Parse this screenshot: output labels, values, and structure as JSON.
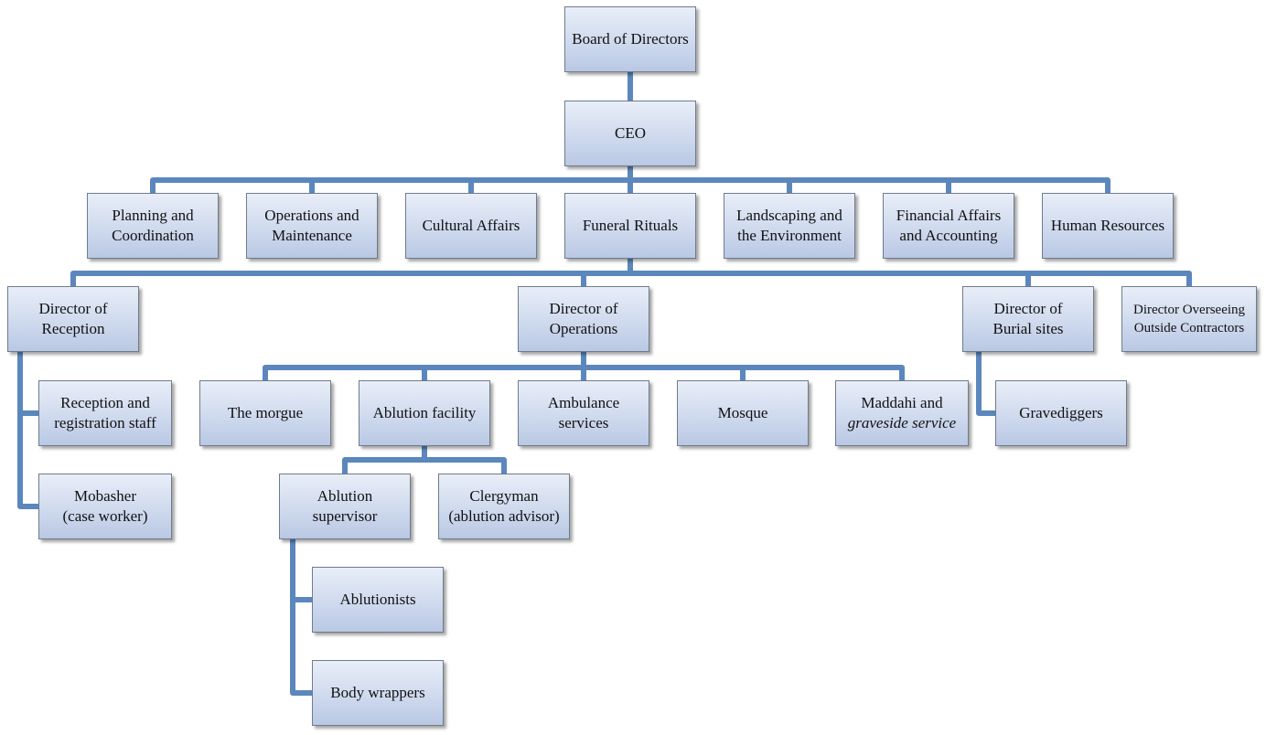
{
  "nodes": {
    "board": "Board of Directors",
    "ceo": "CEO",
    "planning": [
      "Planning and",
      "Coordination"
    ],
    "operations_maintenance": [
      "Operations and",
      "Maintenance"
    ],
    "cultural_affairs": "Cultural Affairs",
    "funeral_rituals": "Funeral Rituals",
    "landscaping": [
      "Landscaping and",
      "the Environment"
    ],
    "financial": [
      "Financial Affairs",
      "and Accounting"
    ],
    "human_resources": "Human Resources",
    "director_reception": [
      "Director of",
      "Reception"
    ],
    "director_operations": [
      "Director of",
      "Operations"
    ],
    "director_burial": [
      "Director of",
      "Burial sites"
    ],
    "director_outside": [
      "Director Overseeing",
      "Outside Contractors"
    ],
    "reception_staff": [
      "Reception and",
      "registration staff"
    ],
    "mobasher": [
      "Mobasher",
      "(case worker)"
    ],
    "morgue": "The morgue",
    "ablution_facility": "Ablution facility",
    "ambulance": [
      "Ambulance",
      "services"
    ],
    "mosque": "Mosque",
    "maddahi": [
      "Maddahi and",
      "graveside service"
    ],
    "gravediggers": "Gravediggers",
    "ablution_supervisor": [
      "Ablution",
      "supervisor"
    ],
    "clergyman": [
      "Clergyman",
      "(ablution advisor)"
    ],
    "ablutionists": "Ablutionists",
    "body_wrappers": "Body wrappers"
  },
  "colors": {
    "connector": "#5b87bd",
    "box_border": "#6e7c8c",
    "box_fill_top": "#e9eef8",
    "box_fill_bottom": "#b9c8e4"
  }
}
